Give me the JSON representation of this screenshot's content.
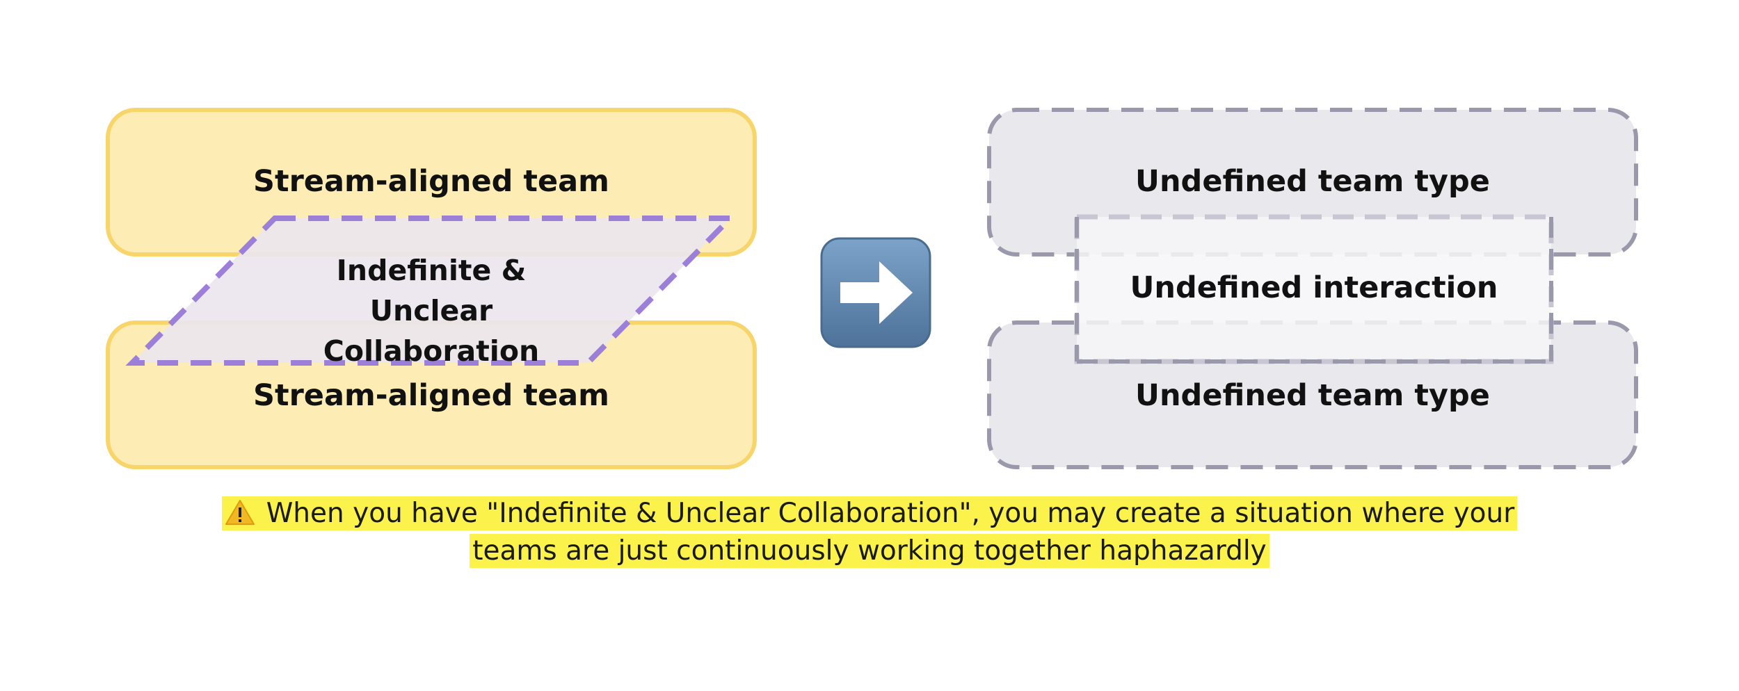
{
  "colors": {
    "stream_fill": "#fdecb3",
    "stream_stroke": "#f7d56a",
    "collab_fill": "#ececf5",
    "collab_stroke": "#9b7fd8",
    "undefined_fill": "#e9e8ed",
    "undefined_stroke": "#9a98ab",
    "interaction_fill": "#f6f6f8",
    "interaction_stroke": "#c8c6d2",
    "highlight": "#fbf24c",
    "arrow_box": "#5a7fa6"
  },
  "left_diagram": {
    "top_team": "Stream-aligned team",
    "collaboration": "Indefinite & Unclear Collaboration",
    "bottom_team": "Stream-aligned team"
  },
  "transition_icon": "right-arrow-icon",
  "right_diagram": {
    "top_team": "Undefined team type",
    "interaction": "Undefined interaction",
    "bottom_team": "Undefined team type"
  },
  "note": {
    "icon": "warning-icon",
    "text": "When you have \"Indefinite & Unclear Collaboration\", you may create a situation where your teams are just continuously working together haphazardly"
  }
}
